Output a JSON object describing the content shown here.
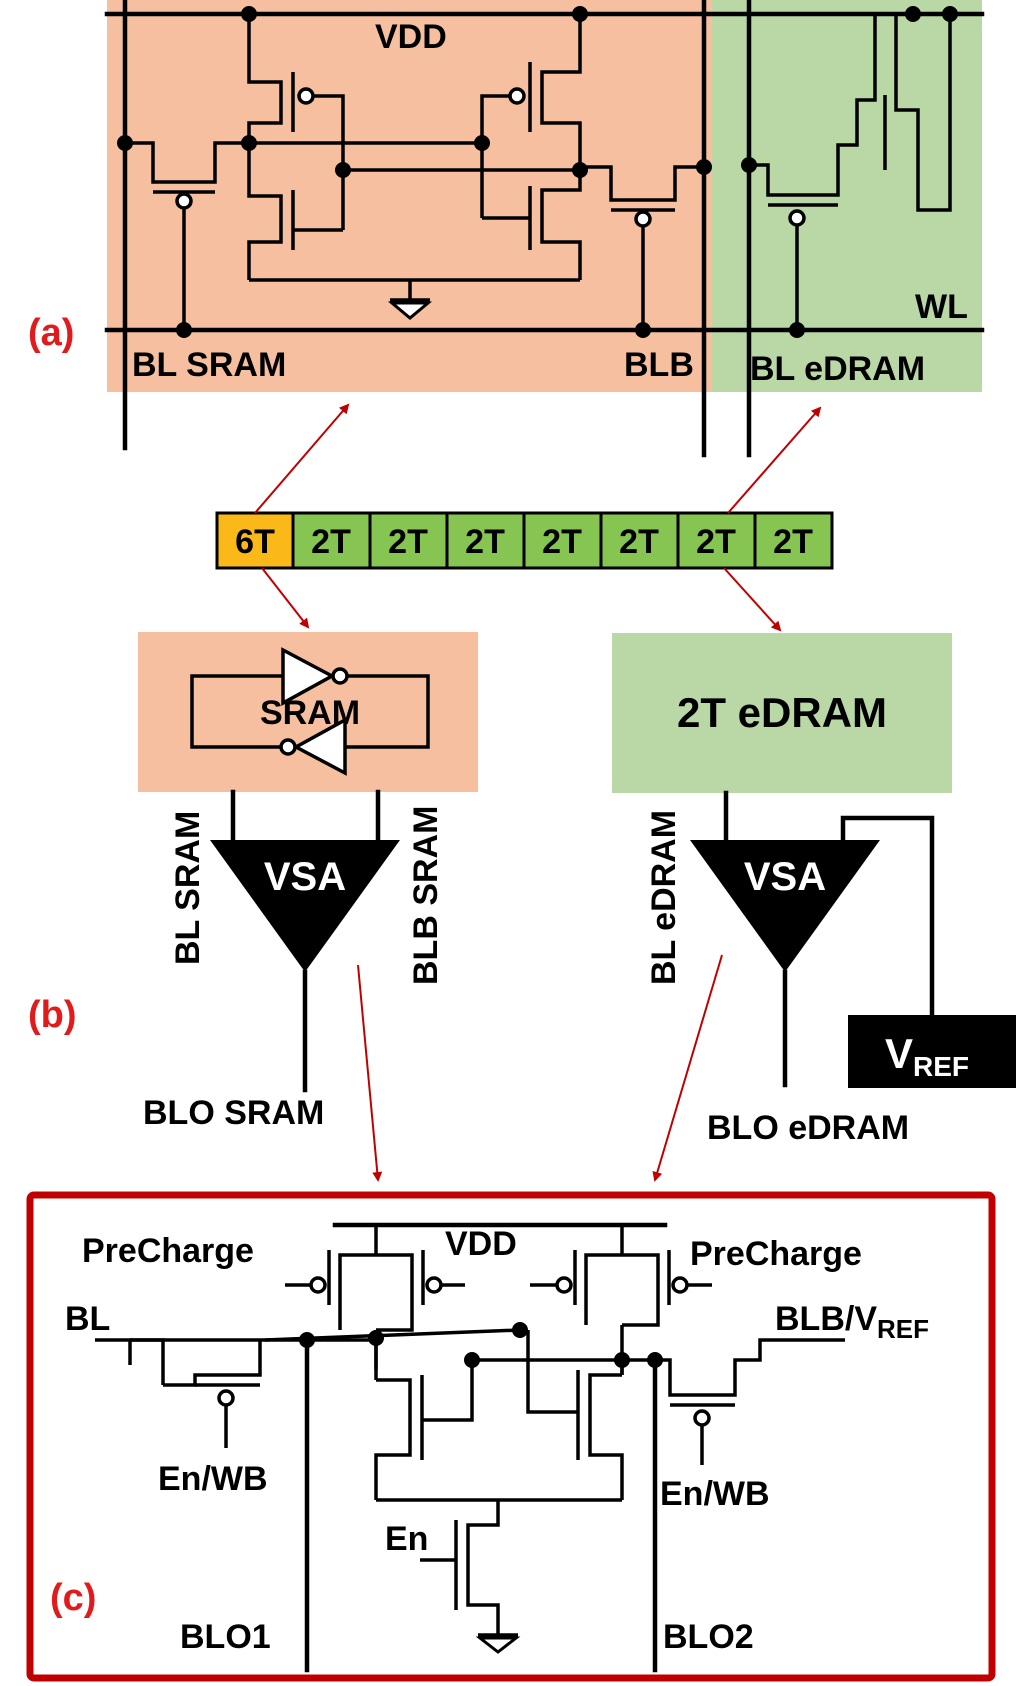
{
  "panels": {
    "a": "(a)",
    "b": "(b)",
    "c": "(c)"
  },
  "colors": {
    "sram_bg": "#f6c0a0",
    "edram_bg": "#b9d8a6",
    "cell_6t": "#fbb819",
    "cell_2t": "#86c552",
    "panel_label": "#e11b1b",
    "arrow": "#c00000"
  },
  "section_a": {
    "vdd": "VDD",
    "wl": "WL",
    "bl_sram": "BL SRAM",
    "blb": "BLB",
    "bl_edram": "BL eDRAM"
  },
  "row": {
    "cells": [
      "6T",
      "2T",
      "2T",
      "2T",
      "2T",
      "2T",
      "2T",
      "2T"
    ]
  },
  "section_b": {
    "sram_box": "SRAM",
    "edram_box": "2T eDRAM",
    "vsa_left": "VSA",
    "vsa_right": "VSA",
    "bl_sram": "BL SRAM",
    "blb_sram": "BLB SRAM",
    "bl_edram": "BL eDRAM",
    "vref_main": "V",
    "vref_sub": "REF",
    "blo_sram": "BLO SRAM",
    "blo_edram": "BLO eDRAM"
  },
  "section_c": {
    "precharge_left": "PreCharge",
    "precharge_right": "PreCharge",
    "vdd": "VDD",
    "bl": "BL",
    "blb_main": "BLB/V",
    "blb_sub": "REF",
    "enwb_left": "En/WB",
    "enwb_right": "En/WB",
    "en": "En",
    "blo1": "BLO1",
    "blo2": "BLO2"
  }
}
